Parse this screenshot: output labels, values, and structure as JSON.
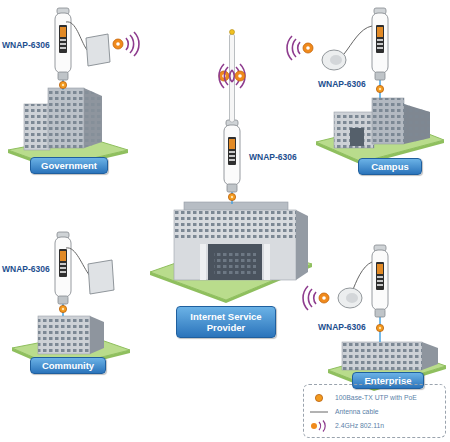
{
  "diagram": {
    "nodes": [
      {
        "text": [
          "Government"
        ]
      },
      {
        "text": [
          "Campus"
        ]
      },
      {
        "text": [
          "Internet Service Provider"
        ]
      },
      {
        "text": [
          "Community"
        ]
      },
      {
        "text": [
          "Enterprise"
        ]
      }
    ],
    "labels": [
      "WNAP-6306",
      "WNAP-6306",
      "WNAP-6306",
      "WNAP-6306",
      "WNAP-6306"
    ],
    "legend": [
      {
        "text": "100Base-TX UTP with PoE"
      },
      {
        "text": "Antenna cable"
      },
      {
        "text": "2.4GHz 802.11n"
      }
    ]
  }
}
